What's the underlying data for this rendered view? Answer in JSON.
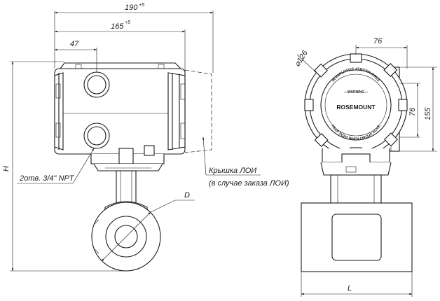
{
  "drawing": {
    "dimensions": {
      "overall_width": "190",
      "overall_width_tol": "+5",
      "housing_width": "165",
      "housing_width_tol": "+5",
      "conduit_offset": "47",
      "height": "H",
      "flange_diameter": "D",
      "cover_diameter": "⌀126",
      "side_width": "76",
      "side_height_a": "76",
      "side_height_b": "155",
      "length": "L"
    },
    "callouts": {
      "conduit": "2отв. 3/4\" NPT",
      "lcd_cover": "Крышка ЛОИ",
      "lcd_cover_note": "(в случае заказа ЛОИ)"
    },
    "nameplate": {
      "brand": "ROSEMOUNT",
      "ring_top_1": "IN EXPLOSIVE ATMOSPHERES",
      "ring_top_2": "—WARNING—",
      "ring_bottom": "KEEP TIGHT WHEN CIRCUIT ALIVE"
    }
  }
}
